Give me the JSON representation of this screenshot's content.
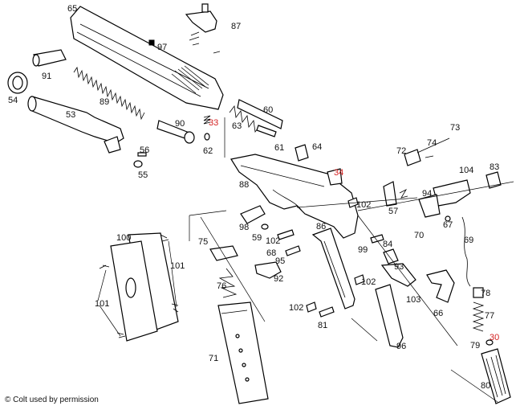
{
  "copyright": "© Colt used by permission",
  "highlight_color": "#d42222",
  "labels": {
    "p65": "65",
    "p87": "87",
    "p97": "97",
    "p91": "91",
    "p54": "54",
    "p89": "89",
    "p53": "53",
    "p90": "90",
    "p33": "33",
    "p60": "60",
    "p63": "63",
    "p62": "62",
    "p56": "56",
    "p55": "55",
    "p61": "61",
    "p64": "64",
    "p73": "73",
    "p74": "74",
    "p72": "72",
    "p34": "34",
    "p88": "88",
    "p102a": "102",
    "p104": "104",
    "p83": "83",
    "p94": "94",
    "p57": "57",
    "p67": "67",
    "p70": "70",
    "p69": "69",
    "p98": "98",
    "p86": "86",
    "p59": "59",
    "p102b": "102",
    "p84": "84",
    "p99": "99",
    "p100": "100",
    "p75": "75",
    "p68": "68",
    "p95": "95",
    "p101a": "101",
    "p93": "93",
    "p76": "76",
    "p92": "92",
    "p102c": "102",
    "p103": "103",
    "p66": "66",
    "p78": "78",
    "p101b": "101",
    "p102d": "102",
    "p77": "77",
    "p81": "81",
    "p30": "30",
    "p96": "96",
    "p79": "79",
    "p71": "71",
    "p80": "80"
  }
}
